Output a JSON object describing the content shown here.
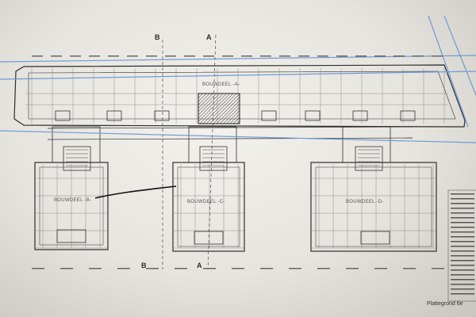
{
  "section_markers": {
    "b_top": "B",
    "a_top": "A",
    "b_bottom": "B",
    "a_bottom": "A"
  },
  "building_labels": {
    "north": "BOUWDEEL -A-",
    "west": "BOUWDEEL -B-",
    "middle": "BOUWDEEL -C-",
    "east": "BOUWDEEL -D-"
  },
  "title_block": {
    "title": "Plattegrond 6e"
  },
  "colors": {
    "paper": "#ecebe6",
    "ink": "#2e2e2e",
    "blue_line": "#6f9bd6",
    "hatch": "#555555"
  }
}
